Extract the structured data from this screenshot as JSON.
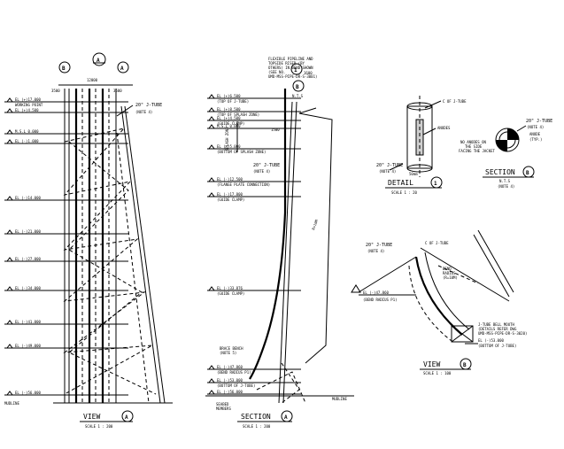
{
  "view_a": {
    "grid_b": "B",
    "grid_a": "A",
    "grid_a_top": "A",
    "dims": [
      "3500",
      "12000",
      "3500"
    ],
    "levels": [
      {
        "label": "EL (+)17.000",
        "sub": "WORKING POINT"
      },
      {
        "label": "EL (+)4.500",
        "sub": ""
      },
      {
        "label": "M.S.L 0.000",
        "sub": ""
      },
      {
        "label": "EL (-)1.000",
        "sub": ""
      },
      {
        "label": "EL (-)14.000",
        "sub": ""
      },
      {
        "label": "EL (-)21.000",
        "sub": ""
      },
      {
        "label": "EL (-)27.000",
        "sub": ""
      },
      {
        "label": "EL (-)34.000",
        "sub": ""
      },
      {
        "label": "EL (-)41.000",
        "sub": ""
      },
      {
        "label": "EL (-)49.000",
        "sub": ""
      },
      {
        "label": "EL (-)56.000",
        "sub": ""
      }
    ],
    "mudline": "MUDLINE",
    "jtube_label": "20\" J-TUBE",
    "jtube_note": "(NOTE 4)",
    "title": "VIEW",
    "title_ref": "A",
    "scale": "SCALE 1 : 200"
  },
  "section_a": {
    "top_notes": [
      "FLEXIBLE PIPELINE AND",
      "TOPSIDE RISER (BY",
      "OTHERS) IN BEND SHOWN",
      "(SEE NO.",
      "UMD-MSS-PIPE-DR-S-3001)"
    ],
    "grid_1": "1",
    "dim_top": "1600",
    "detail_ref": "B",
    "nts": "N.T.S",
    "splash_zone": "SPLASH ZONE",
    "levels": [
      {
        "label": "EL (+)6.500",
        "sub": "(TOP OF J-TUBE)"
      },
      {
        "label": "EL (+)8.500",
        "sub": "(TOP OF SPLASH ZONE)"
      },
      {
        "label": "EL (+)4.500",
        "sub": "(GUIDE CLAMP)"
      },
      {
        "label": "M.S.L 0.000",
        "sub": ""
      },
      {
        "label": "EL (-)5.000",
        "sub": "(BOTTOM OF SPLASH ZONE)"
      },
      {
        "label": "EL (-)12.500",
        "sub": "(FLANGE PLATE CONNECTION)"
      },
      {
        "label": "EL (-)17.800",
        "sub": "(GUIDE CLAMP)"
      },
      {
        "label": "EL (-)33.876",
        "sub": "(GUIDE CLAMP)"
      },
      {
        "label": "EL (-)47.860",
        "sub": "(BEND RADIUS P1)"
      },
      {
        "label": "EL (-)53.000",
        "sub": "(BOTTOM OF J-TUBE)"
      },
      {
        "label": "EL (-)56.000",
        "sub": ""
      }
    ],
    "jtube_label": "20\" J-TUBE",
    "jtube_note": "(NOTE 4)",
    "dim_side": "1500",
    "bend_radius": "R=10M",
    "mudline": "MUDLINE",
    "seabed_note": [
      "SEABED",
      "MEMBERS"
    ],
    "brace_note": [
      "BRACE BENCH",
      "(NOTE 5)"
    ],
    "title": "SECTION",
    "title_ref": "A",
    "scale": "SCALE 1 : 200"
  },
  "detail_1": {
    "cl_label": "C OF J-TUBE",
    "anodes": "ANODES",
    "jtube_label": "20\" J-TUBE",
    "jtube_note": "(NOTE 4)",
    "dim": "50mm",
    "title": "DETAIL",
    "title_ref": "1",
    "scale": "SCALE 1 : 20"
  },
  "section_b": {
    "jtube_label": "20\" J-TUBE",
    "jtube_note": "(NOTE 4)",
    "anode_label": "ANODE",
    "anode_note": "(TYP.)",
    "note": [
      "NO ANODES ON",
      "THE SIDE",
      "FACING THE JACKET"
    ],
    "title": "SECTION",
    "title_ref": "B",
    "nts": "N.T.S",
    "note_ref": "(NOTE 4)"
  },
  "view_b": {
    "jtube_label": "20\" J-TUBE",
    "jtube_note": "(NOTE 4)",
    "cl_label": "C OF J-TUBE",
    "bend_radius": [
      "BEND",
      "RADIUS",
      "(R=10M)"
    ],
    "bell_mouth": [
      "J-TUBE BELL MOUTH",
      "(DETAILS REFER DWG",
      "UMD-MSS-PIPE-DR-S-3020)"
    ],
    "el_low": {
      "label": "EL (-)53.000",
      "sub": "(BOTTOM OF J-TUBE)"
    },
    "el_bend": {
      "label": "EL (-)47.860",
      "sub": "(BEND RADIUS P1)"
    },
    "title": "VIEW",
    "title_ref": "B",
    "scale": "SCALE 1 : 100"
  }
}
